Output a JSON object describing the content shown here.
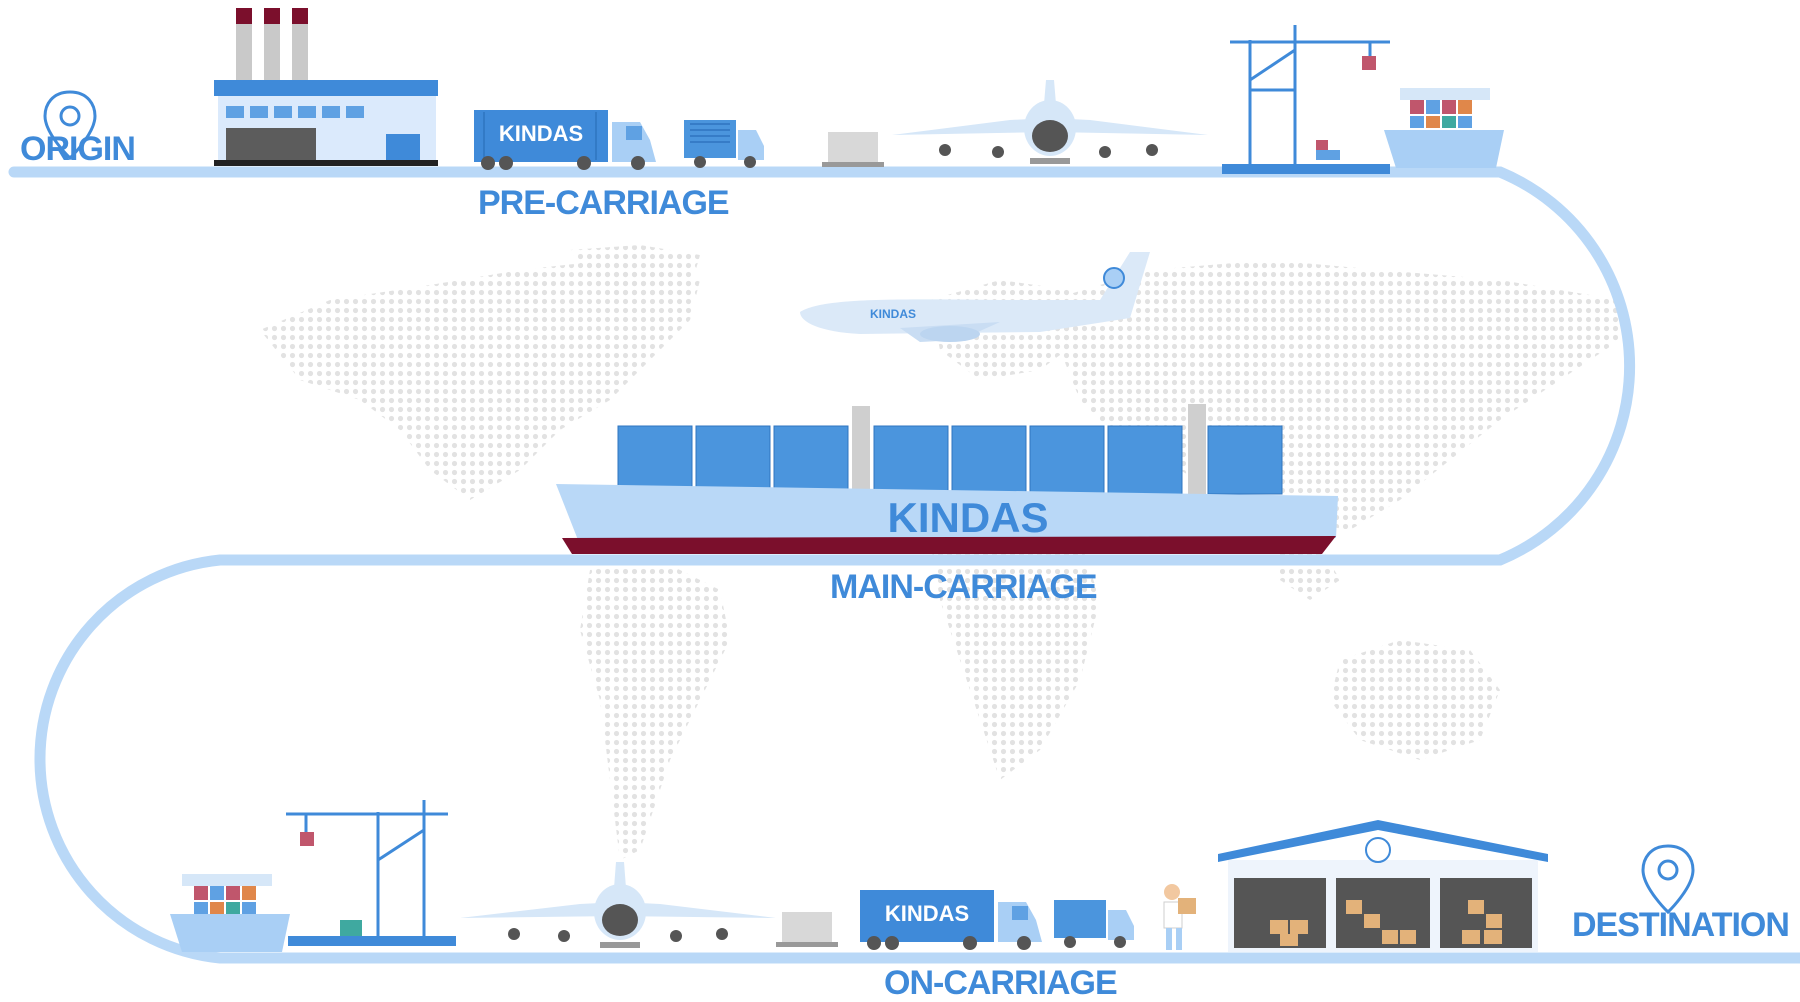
{
  "stages": {
    "origin": "ORIGIN",
    "pre_carriage": "PRE-CARRIAGE",
    "main_carriage": "MAIN-CARRIAGE",
    "on_carriage": "ON-CARRIAGE",
    "destination": "DESTINATION"
  },
  "brand": {
    "name": "KINDAS",
    "truck_label": "KINDAS",
    "plane_label": "KINDAS",
    "ship_label": "KINDAS",
    "truck2_label": "KINDAS"
  },
  "colors": {
    "label_blue": "#3f8ad9",
    "route_light": "#b9d8f7",
    "container_blue": "#4b95dd",
    "hull_maroon": "#7b0f2c",
    "map_dot": "#e3e3e3"
  },
  "icons": [
    "map-pin-icon",
    "factory-icon",
    "truck-icon",
    "pallet-icon",
    "airplane-icon",
    "crane-icon",
    "ship-icon",
    "cargo-plane-icon",
    "container-ship-icon",
    "worker-icon",
    "warehouse-icon"
  ]
}
